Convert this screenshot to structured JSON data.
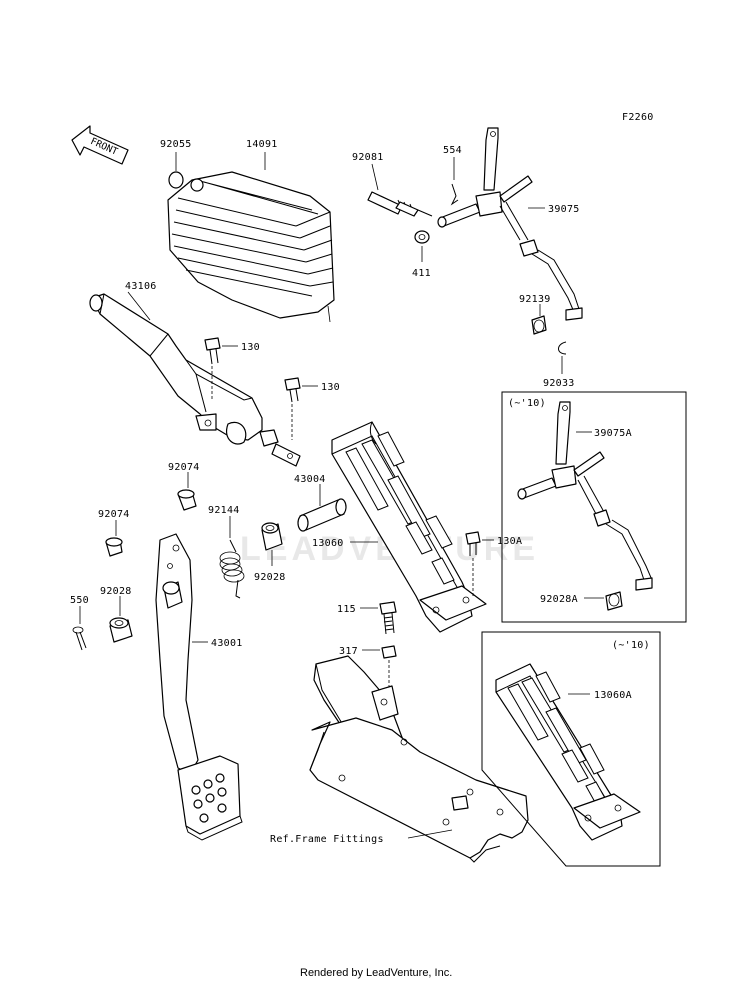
{
  "diagram_code": "F2260",
  "watermark": "LEADVENTURE",
  "footer": "Rendered by LeadVenture, Inc.",
  "front_label": "FRONT",
  "labels": {
    "p92055": "92055",
    "p14091": "14091",
    "p92081": "92081",
    "p554": "554",
    "p39075": "39075",
    "p411": "411",
    "p92139": "92139",
    "p92033": "92033",
    "p43106": "43106",
    "p130a": "130",
    "p130b": "130",
    "p92074a": "92074",
    "p43004": "43004",
    "p92074b": "92074",
    "p92144": "92144",
    "p13060": "13060",
    "p130A": "130A",
    "p92028a": "92028",
    "p550": "550",
    "p92028b": "92028",
    "p115": "115",
    "p43001": "43001",
    "p317": "317",
    "ref_frame": "Ref.Frame Fittings",
    "inset1_note": "(~'10)",
    "p39075A": "39075A",
    "p92028A": "92028A",
    "inset2_note": "(~'10)",
    "p13060A": "13060A"
  }
}
